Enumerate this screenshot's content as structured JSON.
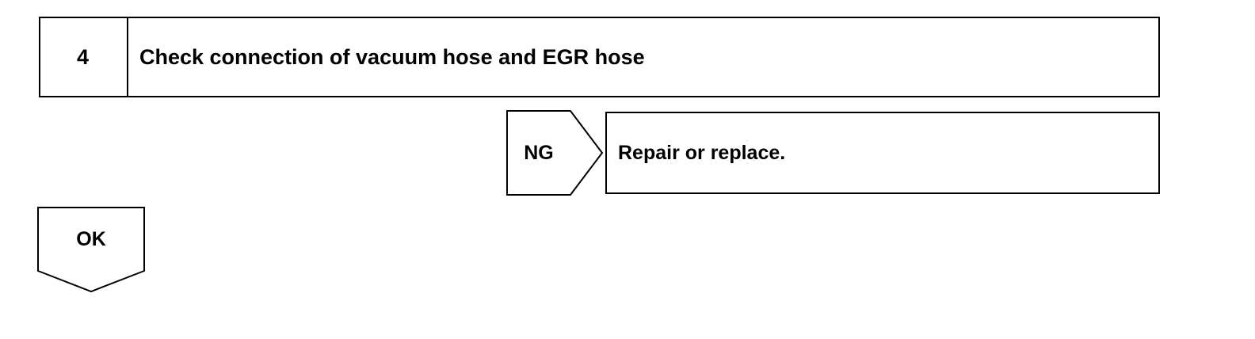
{
  "step": {
    "number": "4",
    "title": "Check connection of vacuum hose and EGR hose"
  },
  "branch_ng": {
    "label": "NG",
    "action": "Repair or replace."
  },
  "branch_ok": {
    "label": "OK"
  }
}
